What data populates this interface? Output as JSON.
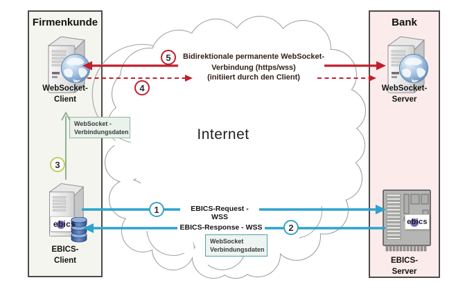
{
  "panels": {
    "firmenkunde": {
      "title": "Firmenkunde",
      "websocket_node": {
        "line1": "WebSocket-",
        "line2": "Client"
      },
      "ebics_node": {
        "line1": "EBICS-",
        "line2": "Client"
      }
    },
    "bank": {
      "title": "Bank",
      "websocket_node": {
        "line1": "WebSocket-",
        "line2": "Server"
      },
      "ebics_node": {
        "line1": "EBICS-",
        "line2": "Server"
      }
    }
  },
  "cloud": {
    "label": "Internet"
  },
  "websocket_connection": {
    "caption_line1": "Bidirektionale permanente WebSocket-",
    "caption_line2": "Verbindung (https/wss)",
    "caption_line3": "(initiiert durch den Client)",
    "step_solid": "5",
    "step_dashed": "4"
  },
  "ebics_flow": {
    "request": {
      "step": "1",
      "label": "EBICS-Request - WSS"
    },
    "response": {
      "step": "2",
      "label": "EBICS-Response - WSS"
    }
  },
  "connection_data": {
    "step": "3",
    "client_box_line1": "WebSocket -",
    "client_box_line2": "Verbindungsdaten",
    "cloud_box_line1": "WebSocket",
    "cloud_box_line2": "Verbindungsdaten"
  },
  "logos": {
    "ebics_client": "ebics",
    "ebics_server": "ebics"
  },
  "colors": {
    "red_arrow": "#c11f2e",
    "blue_arrow": "#2da2cf",
    "green_arrow": "#85a98b",
    "step_green_ring": "#bccf5d",
    "step_blue_ring": "#39a3c0",
    "panel_customer_bg": "#f4f5ef",
    "panel_bank_bg": "#fcebeb",
    "cloud_outline": "#9c9c9c"
  }
}
